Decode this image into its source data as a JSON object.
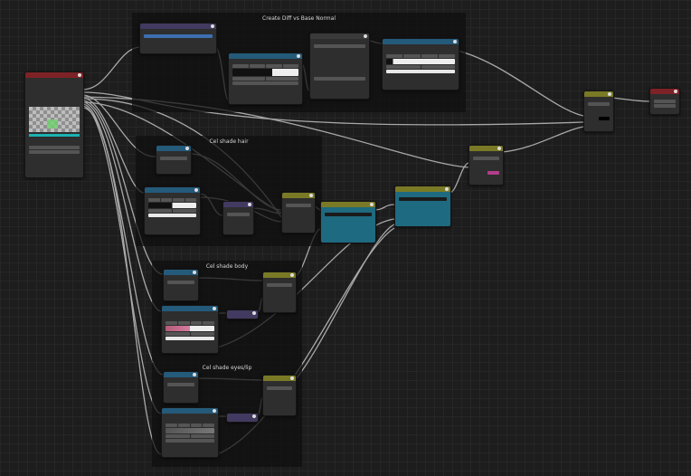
{
  "frames": {
    "frame1": "Create Diff vs Base Normal",
    "frame2": "Cel shade hair",
    "frame3": "Cel shade body",
    "frame4": "Cel shade eyes/lip"
  },
  "colors": {
    "link": "#a8a8a8",
    "frame_bg": "#0e0e0e",
    "node_bg": "#2e2e2e",
    "teal": "#1e6a80",
    "olive": "#7a7a26",
    "red": "#7d2226",
    "purple": "#423a60"
  },
  "icons": {
    "node_header": "circle-icon",
    "socket": "dot-icon"
  }
}
